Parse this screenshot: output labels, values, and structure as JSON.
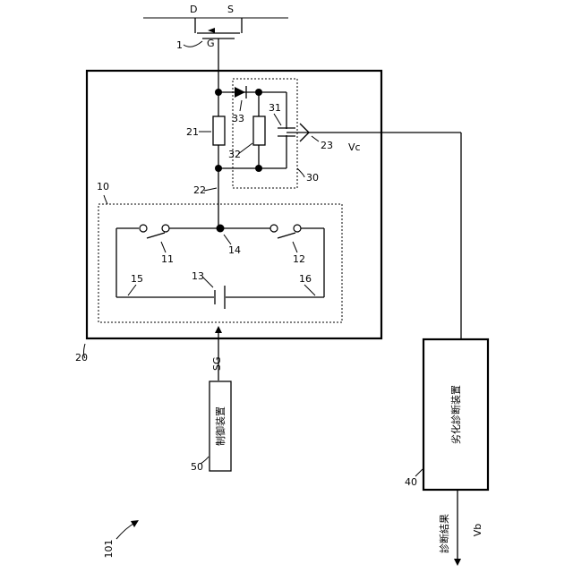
{
  "labels": {
    "drain": "D",
    "source": "S",
    "gate": "G",
    "transistor": "1",
    "gate_driver": "20",
    "switch_unit": "10",
    "switch_11": "11",
    "switch_12": "12",
    "power_13": "13",
    "node_14": "14",
    "line_15": "15",
    "line_16": "16",
    "resistor_21": "21",
    "line_22": "22",
    "terminal_23": "23",
    "detector_30": "30",
    "capacitor_31": "31",
    "resistor_32": "32",
    "diode_33": "33",
    "control_40": "40",
    "control_50": "50",
    "system": "101",
    "vc": "Vc",
    "sg": "SG",
    "vb": "Vb"
  },
  "boxes": {
    "degradation_diagnosis": "劣化診断装置",
    "control_device": "制御装置"
  },
  "output_label": "診断結果"
}
